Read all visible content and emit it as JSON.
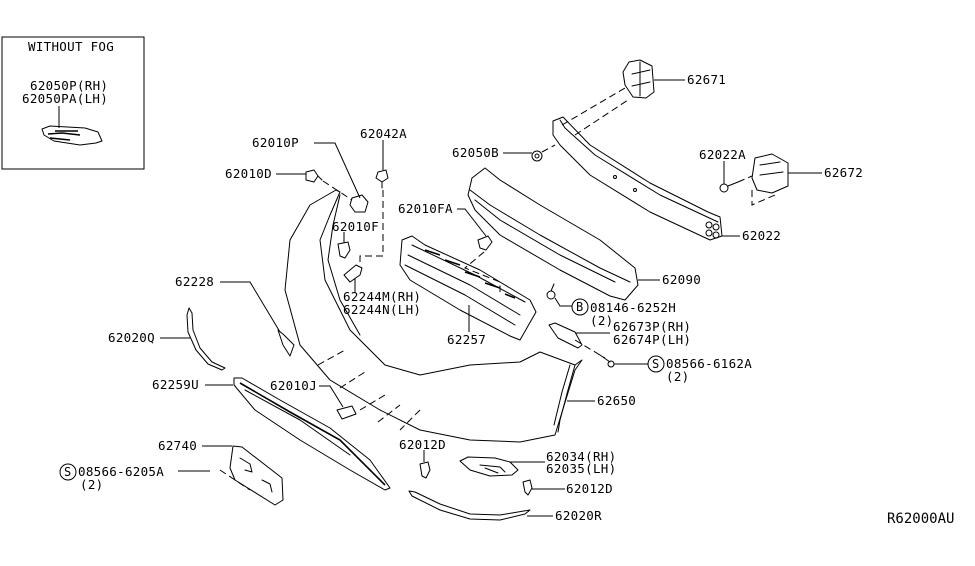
{
  "diagram": {
    "reference_code": "R62000AU",
    "inset": {
      "title": "WITHOUT FOG",
      "labels": [
        "62050P(RH)",
        "62050PA(LH)"
      ]
    },
    "labels": {
      "p62671": "62671",
      "p62042A": "62042A",
      "p62010P": "62010P",
      "p62010D": "62010D",
      "p62050B": "62050B",
      "p62022A": "62022A",
      "p62672": "62672",
      "p62010FA": "62010FA",
      "p62010F": "62010F",
      "p62022": "62022",
      "p62228": "62228",
      "p62244M": "62244M(RH)",
      "p62244N": "62244N(LH)",
      "p62090": "62090",
      "p08146_symbol": "B",
      "p08146": "08146-6252H",
      "p08146_qty": "(2)",
      "p62020Q": "62020Q",
      "p62257": "62257",
      "p62673P": "62673P(RH)",
      "p62674P": "62674P(LH)",
      "p08566_6162A_symbol": "S",
      "p08566_6162A": "08566-6162A",
      "p08566_6162A_qty": "(2)",
      "p62259U": "62259U",
      "p62010J": "62010J",
      "p62650": "62650",
      "p62740": "62740",
      "p62012D_a": "62012D",
      "p62034": "62034(RH)",
      "p62035": "62035(LH)",
      "p08566_6205A_symbol": "S",
      "p08566_6205A": "08566-6205A",
      "p08566_6205A_qty": "(2)",
      "p62012D_b": "62012D",
      "p62020R": "62020R"
    }
  }
}
